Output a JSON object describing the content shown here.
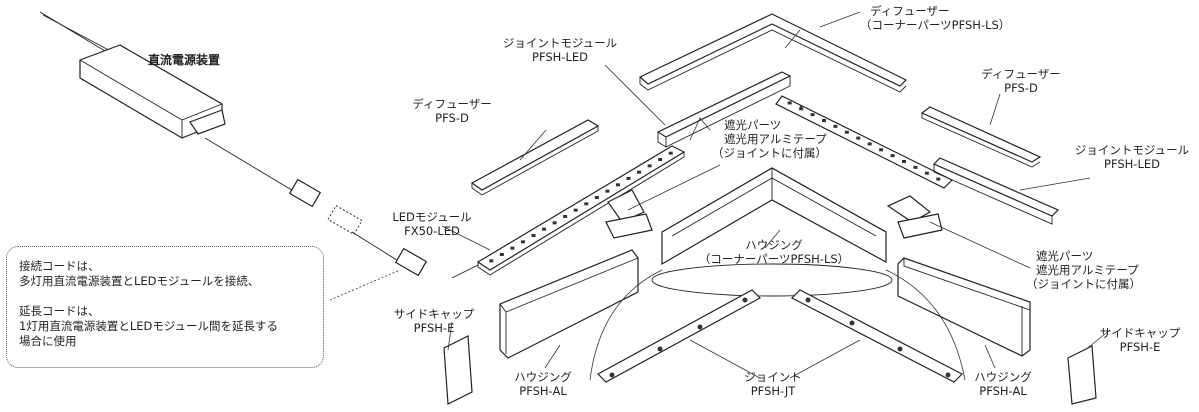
{
  "labels": {
    "power_supply": "直流電源装置",
    "joint_module_left_1": "ジョイントモジュール",
    "joint_module_left_2": "PFSH-LED",
    "diffuser_corner_1": "ディフューザー",
    "diffuser_corner_2": "（コーナーパーツPFSH-LS）",
    "diffuser_left_1": "ディフューザー",
    "diffuser_left_2": "PFS-D",
    "diffuser_right_1": "ディフューザー",
    "diffuser_right_2": "PFS-D",
    "shade_top_1": "遮光パーツ",
    "shade_top_2": "遮光用アルミテープ",
    "shade_top_3": "（ジョイントに付属）",
    "joint_module_right_1": "ジョイントモジュール",
    "joint_module_right_2": "PFSH-LED",
    "led_module_1": "LEDモジュール",
    "led_module_2": "FX50-LED",
    "housing_corner_1": "ハウジング",
    "housing_corner_2": "（コーナーパーツPFSH-LS）",
    "shade_right_1": "遮光パーツ",
    "shade_right_2": "遮光用アルミテープ",
    "shade_right_3": "（ジョイントに付属）",
    "side_cap_left_1": "サイドキャップ",
    "side_cap_left_2": "PFSH-E",
    "side_cap_right_1": "サイドキャップ",
    "side_cap_right_2": "PFSH-E",
    "housing_left_1": "ハウジング",
    "housing_left_2": "PFSH-AL",
    "joint_1": "ジョイント",
    "joint_2": "PFSH-JT",
    "housing_right_1": "ハウジング",
    "housing_right_2": "PFSH-AL"
  },
  "callout": {
    "line1": "接続コードは、",
    "line2": "多灯用直流電源装置とLEDモジュールを接続、",
    "line3": "延長コードは、",
    "line4": "1灯用直流電源装置とLEDモジュール間を延長する",
    "line5": "場合に使用"
  }
}
